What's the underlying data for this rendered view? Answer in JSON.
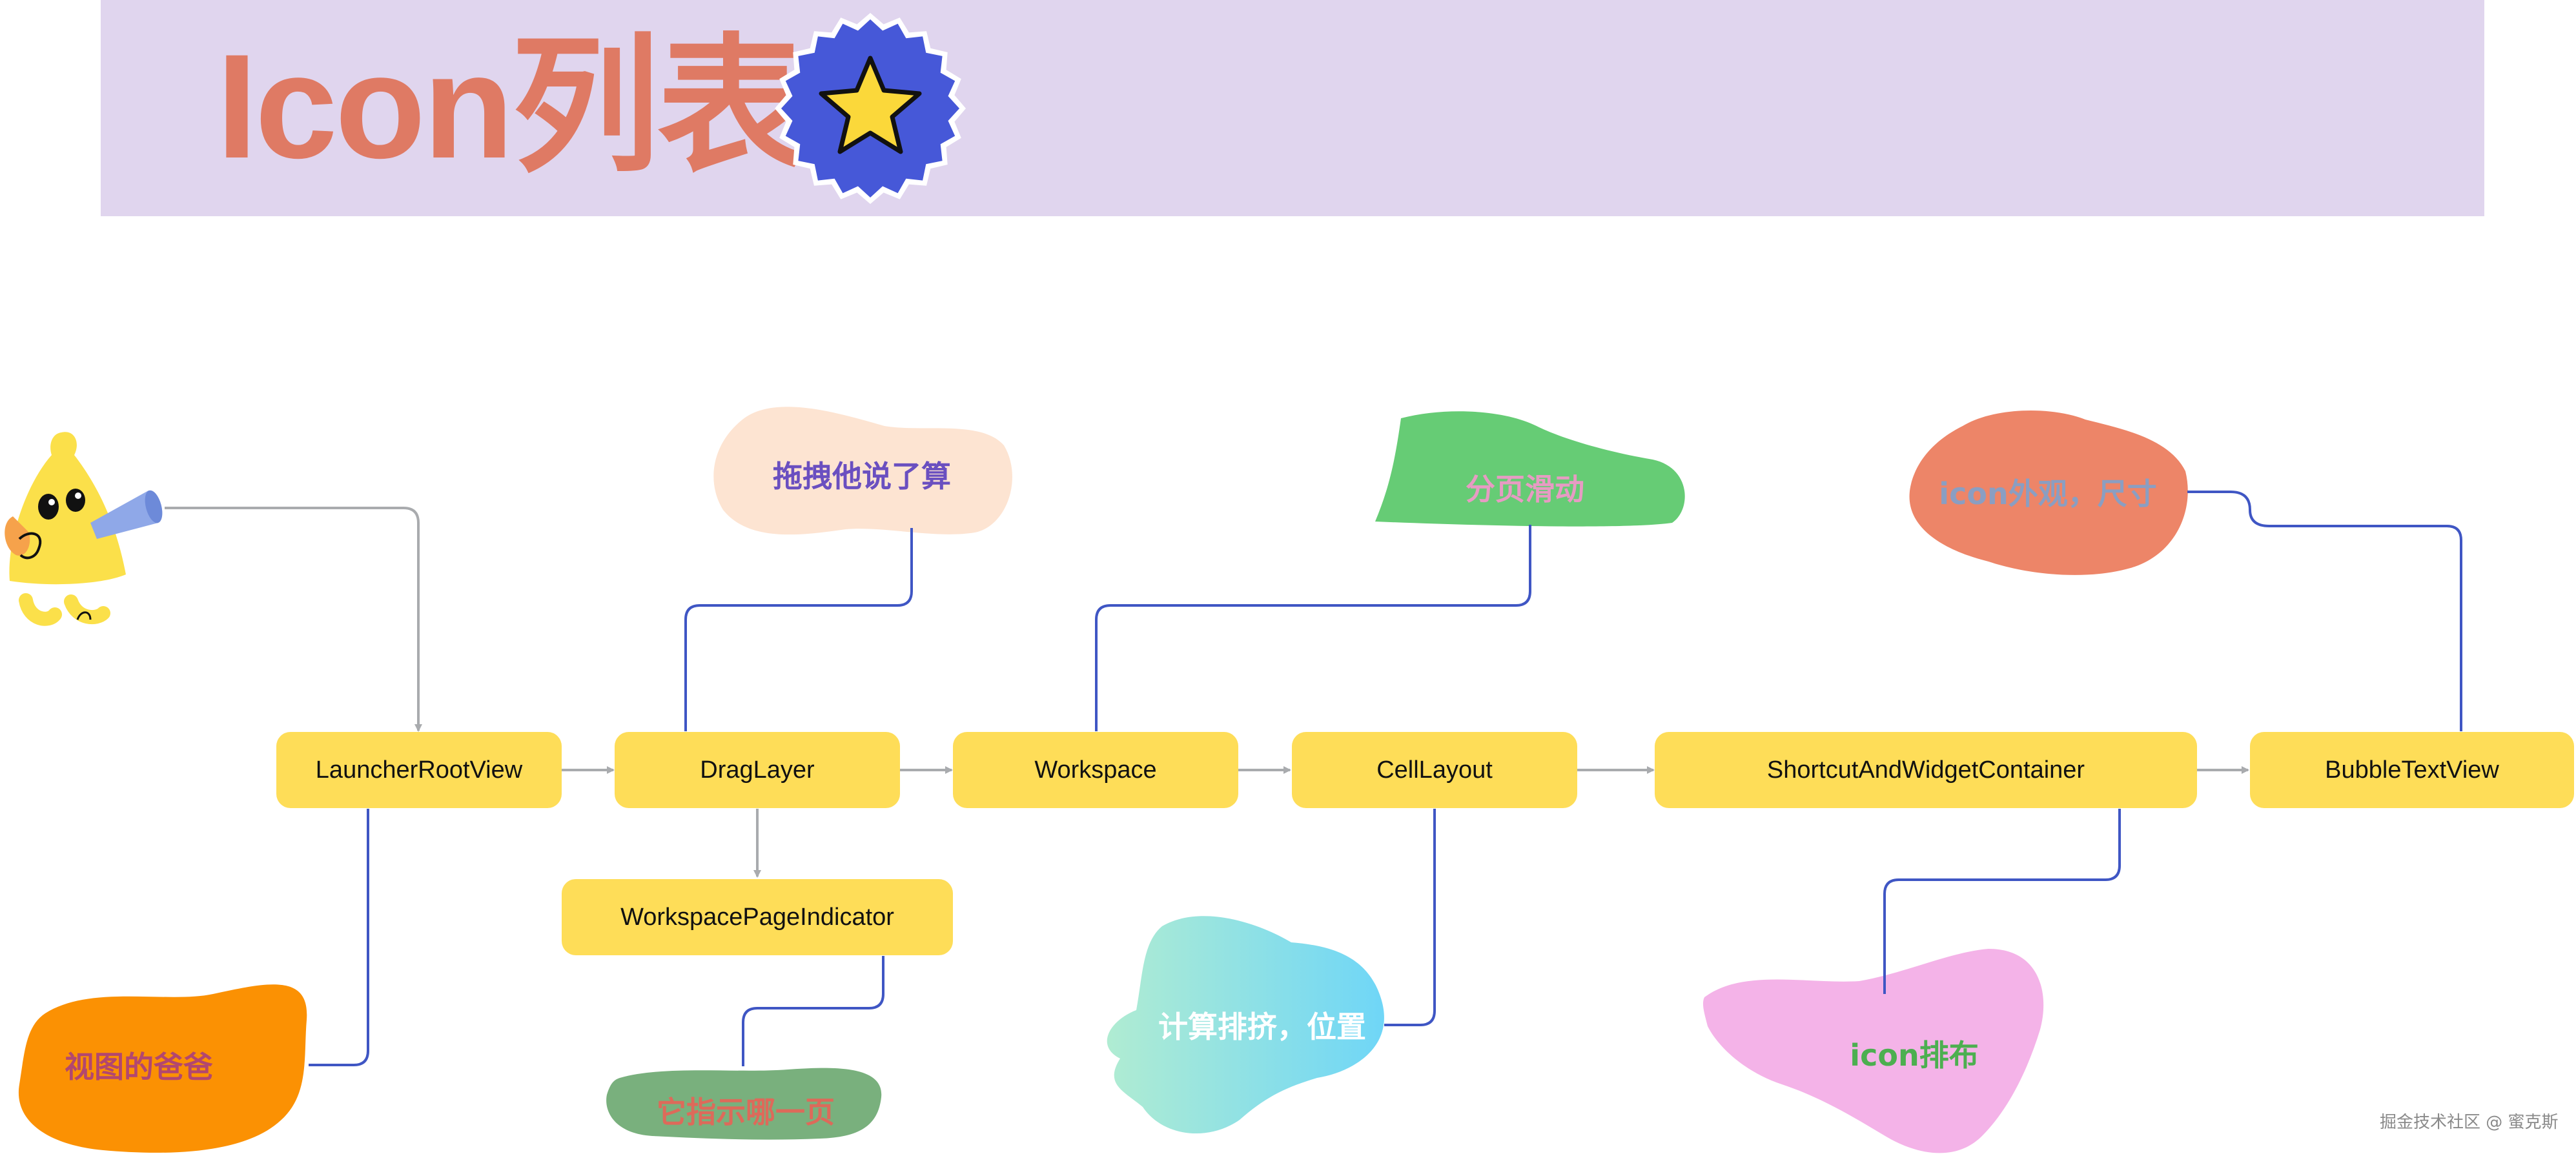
{
  "title": "Icon列表",
  "nodes": {
    "launcher_root_view": "LauncherRootView",
    "drag_layer": "DragLayer",
    "workspace": "Workspace",
    "cell_layout": "CellLayout",
    "shortcut_container": "ShortcutAndWidgetContainer",
    "bubble_text_view": "BubbleTextView",
    "page_indicator": "WorkspacePageIndicator"
  },
  "notes": {
    "drag_decides": "拖拽他说了算",
    "page_slide": "分页滑动",
    "icon_look": "icon外观，尺寸",
    "parent_view": "视图的爸爸",
    "which_page": "它指示哪一页",
    "layout_calc": "计算排挤，位置",
    "icon_arrange": "icon排布"
  },
  "watermark": "掘金技术社区 @ 蜜克斯",
  "colors": {
    "banner": "#e0d5ee",
    "title": "#df7a64",
    "node_fill": "#fedd58",
    "connector": "#3f56c4",
    "arrow": "#a9abae",
    "badge": "#4658d8"
  }
}
